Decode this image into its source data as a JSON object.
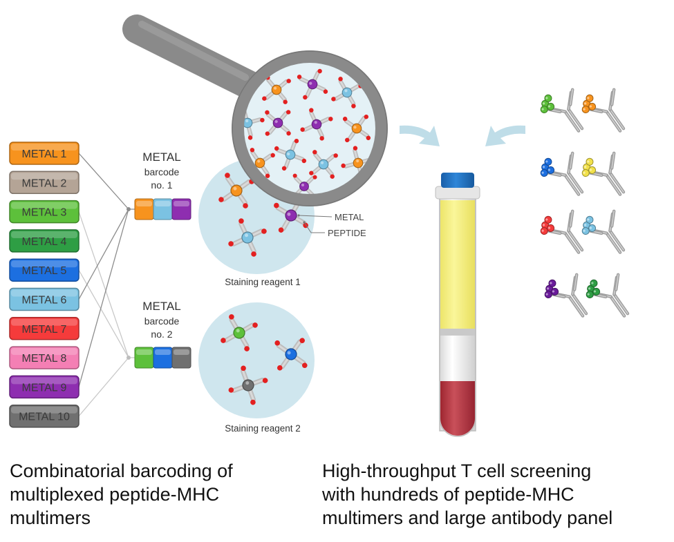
{
  "metals": [
    {
      "label": "METAL 1",
      "color": "#F7931E"
    },
    {
      "label": "METAL 2",
      "color": "#B4A496"
    },
    {
      "label": "METAL 3",
      "color": "#5DC03B"
    },
    {
      "label": "METAL 4",
      "color": "#2E9E44"
    },
    {
      "label": "METAL 5",
      "color": "#1C6FE0"
    },
    {
      "label": "METAL 6",
      "color": "#7BC2E2"
    },
    {
      "label": "METAL 7",
      "color": "#F53B3B"
    },
    {
      "label": "METAL 8",
      "color": "#F47FB4"
    },
    {
      "label": "METAL 9",
      "color": "#8E2EB0"
    },
    {
      "label": "METAL 10",
      "color": "#707070"
    }
  ],
  "barcodes": [
    {
      "title": "METAL",
      "subtitle": "barcode",
      "number": "no. 1",
      "colors": [
        "#F7931E",
        "#7BC2E2",
        "#8E2EB0"
      ]
    },
    {
      "title": "METAL",
      "subtitle": "barcode",
      "number": "no. 2",
      "colors": [
        "#5DC03B",
        "#1C6FE0",
        "#707070"
      ]
    }
  ],
  "reagents": [
    {
      "label": "Staining reagent 1"
    },
    {
      "label": "Staining reagent 2"
    }
  ],
  "annotations": {
    "metal": "METAL",
    "peptide": "PEPTIDE"
  },
  "captions": {
    "left": "Combinatorial barcoding of\nmultiplexed peptide-MHC\nmultimers",
    "right": "High-throughput T cell screening\nwith hundreds of peptide-MHC\nmultimers and large antibody panel"
  },
  "antibody_colors": [
    "#5DC03B",
    "#F7931E",
    "#1C6FE0",
    "#F2E14A",
    "#F53B3B",
    "#7BC2E2",
    "#6A1B9A",
    "#2E9E44"
  ],
  "colors": {
    "peptide": "#E32020",
    "magnifier": "#8A8A8A",
    "reagent_bg": "#CFE6EE",
    "tube_fluid": "#F6F07A",
    "tube_cells": "#B8323C",
    "tube_cap": "#1F6FC4",
    "arrow": "#BFDDE8"
  }
}
